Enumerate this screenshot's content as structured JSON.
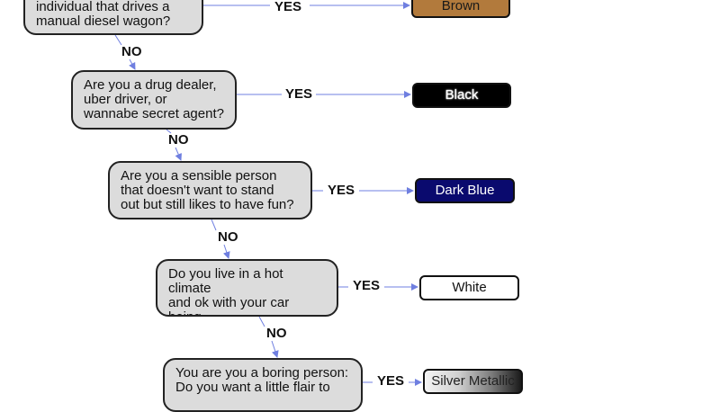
{
  "colors": {
    "connector": "#6f7fe0",
    "node_fill": "#dcdcdc",
    "brown": "#b27a3c",
    "black": "#000000",
    "dark_blue": "#0a0a6e",
    "white": "#ffffff"
  },
  "questions": [
    {
      "text": "individual that drives a\nmanual diesel wagon?",
      "yes_label": "YES",
      "no_label": "NO",
      "answer": "Brown"
    },
    {
      "text": "Are you a drug dealer,\nuber driver, or\nwannabe secret agent?",
      "yes_label": "YES",
      "no_label": "NO",
      "answer": "Black"
    },
    {
      "text": "Are you a sensible person\nthat doesn't want to stand\nout but still likes to have fun?",
      "yes_label": "YES",
      "no_label": "NO",
      "answer": "Dark Blue"
    },
    {
      "text": "Do you live in a hot climate\nand ok with your car being\nimpossible to keep clean?",
      "yes_label": "YES",
      "no_label": "NO",
      "answer": "White"
    },
    {
      "text": "You are you a boring person:\nDo you want a little flair to",
      "yes_label": "YES",
      "answer": "Silver Metallic"
    }
  ]
}
